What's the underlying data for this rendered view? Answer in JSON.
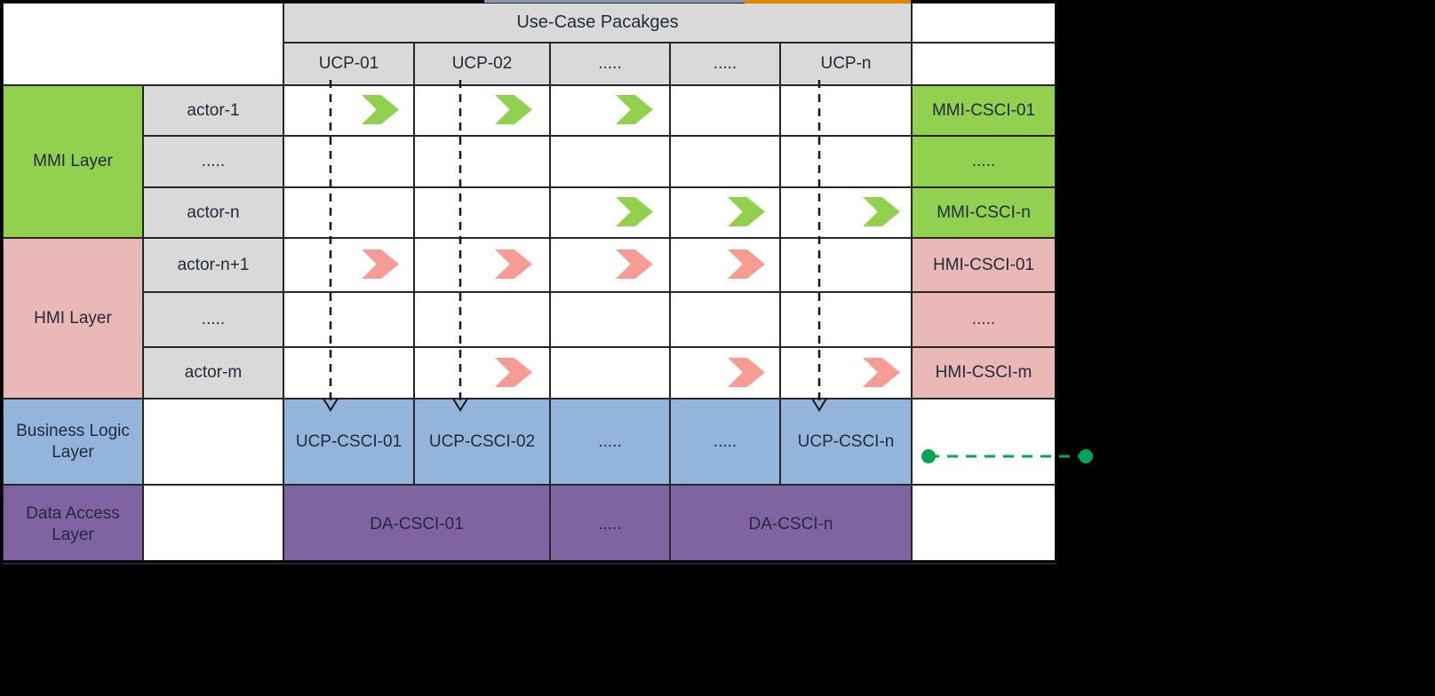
{
  "header": {
    "title": "Use-Case Pacakges",
    "columns": [
      "UCP-01",
      "UCP-02",
      ".....",
      ".....",
      "UCP-n"
    ]
  },
  "mmi_layer": {
    "label": "MMI Layer",
    "actors": [
      "actor-1",
      ".....",
      "actor-n"
    ],
    "cscis": [
      "MMI-CSCI-01",
      ".....",
      "MMI-CSCI-n"
    ]
  },
  "hmi_layer": {
    "label": "HMI Layer",
    "actors": [
      "actor-n+1",
      ".....",
      "actor-m"
    ],
    "cscis": [
      "HMI-CSCI-01",
      ".....",
      "HMI-CSCI-m"
    ]
  },
  "business_layer": {
    "label": "Business Logic Layer",
    "cells": [
      "UCP-CSCI-01",
      "UCP-CSCI-02",
      ".....",
      ".....",
      "UCP-CSCI-n"
    ]
  },
  "data_access_layer": {
    "label": "Data Access Layer",
    "cells": [
      "DA-CSCI-01",
      ".....",
      "DA-CSCI-n"
    ]
  },
  "mappings": {
    "actor-1": {
      "color": "green",
      "columns": [
        "UCP-01",
        "UCP-02",
        "ucp-dots-1"
      ]
    },
    "actor-n": {
      "color": "green",
      "columns": [
        "ucp-dots-1",
        "ucp-dots-2",
        "UCP-n"
      ]
    },
    "actor-n+1": {
      "color": "pink",
      "columns": [
        "UCP-01",
        "UCP-02",
        "ucp-dots-1",
        "ucp-dots-2"
      ]
    },
    "actor-m": {
      "color": "pink",
      "columns": [
        "UCP-02",
        "ucp-dots-2",
        "UCP-n"
      ]
    }
  },
  "colors": {
    "mmi_green": "#92d050",
    "hmi_pink": "#eab8b6",
    "business_blue": "#93b5db",
    "data_purple": "#8064a2",
    "header_gray": "#d9d9d9",
    "chevron_green": "#92d050",
    "chevron_pink": "#f79b95",
    "connector_green": "#00a651",
    "accent_orange": "#de8500",
    "accent_slate": "#8a99ad",
    "background": "#000000"
  }
}
